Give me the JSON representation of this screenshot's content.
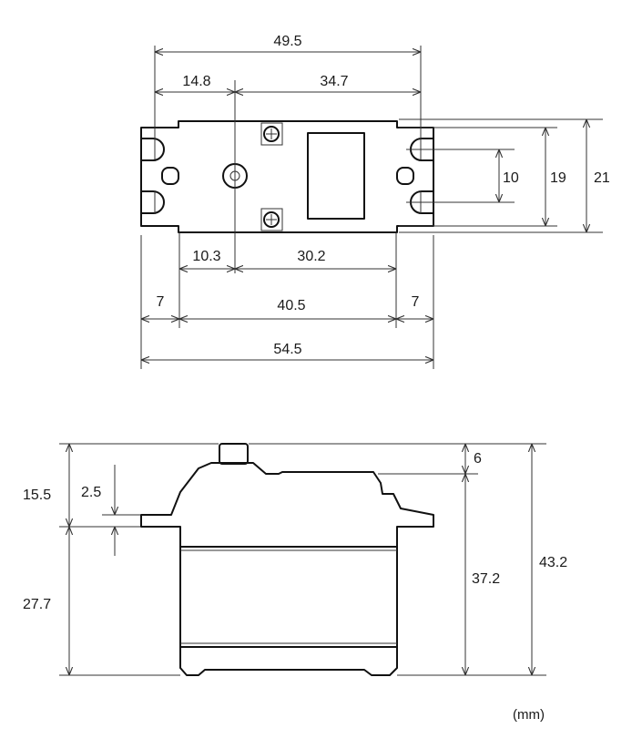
{
  "top_view": {
    "dim_overall_hole_spacing": "49.5",
    "dim_left_hole_to_shaft": "14.8",
    "dim_shaft_to_right_hole": "34.7",
    "dim_hole_vertical_spacing": "10",
    "dim_body_height": "19",
    "dim_flange_height": "21",
    "dim_body_left_to_shaft": "10.3",
    "dim_shaft_to_body_right": "30.2",
    "dim_left_flange": "7",
    "dim_body_width": "40.5",
    "dim_right_flange": "7",
    "dim_overall_width": "54.5"
  },
  "side_view": {
    "dim_upper_height": "15.5",
    "dim_flange_thickness": "2.5",
    "dim_lower_height": "27.7",
    "dim_horn_height": "6",
    "dim_case_height": "37.2",
    "dim_total_height": "43.2"
  },
  "unit_label": "(mm)"
}
